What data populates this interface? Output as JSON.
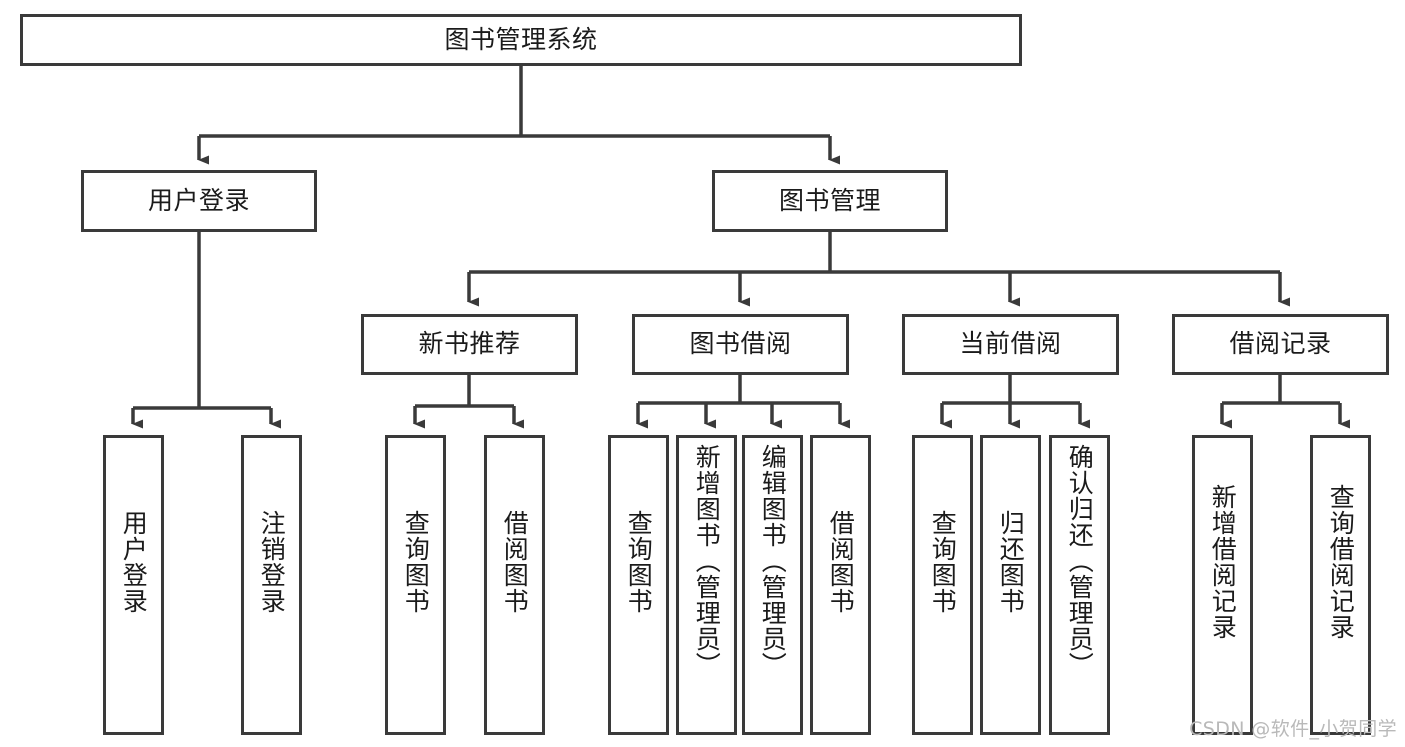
{
  "diagram": {
    "title": "图书管理系统",
    "root": {
      "label": "图书管理系统"
    },
    "level2": [
      {
        "label": "用户登录"
      },
      {
        "label": "图书管理"
      }
    ],
    "level3": [
      {
        "label": "新书推荐"
      },
      {
        "label": "图书借阅"
      },
      {
        "label": "当前借阅"
      },
      {
        "label": "借阅记录"
      }
    ],
    "leaves": {
      "user_login": [
        {
          "label": "用户登录"
        },
        {
          "label": "注销登录"
        }
      ],
      "new_book_recommend": [
        {
          "label": "查询图书"
        },
        {
          "label": "借阅图书"
        }
      ],
      "book_borrow": [
        {
          "label": "查询图书"
        },
        {
          "label": "新增图书（管理员）"
        },
        {
          "label": "编辑图书（管理员）"
        },
        {
          "label": "借阅图书"
        }
      ],
      "current_borrow": [
        {
          "label": "查询图书"
        },
        {
          "label": "归还图书"
        },
        {
          "label": "确认归还（管理员）"
        }
      ],
      "borrow_record": [
        {
          "label": "新增借阅记录"
        },
        {
          "label": "查询借阅记录"
        }
      ]
    }
  },
  "watermark": {
    "text": "CSDN @软件_小贺同学"
  },
  "colors": {
    "stroke": "#3a3a3a",
    "fill": "#ffffff",
    "text": "#1b1b1b",
    "watermark": "#b9b9b9"
  }
}
